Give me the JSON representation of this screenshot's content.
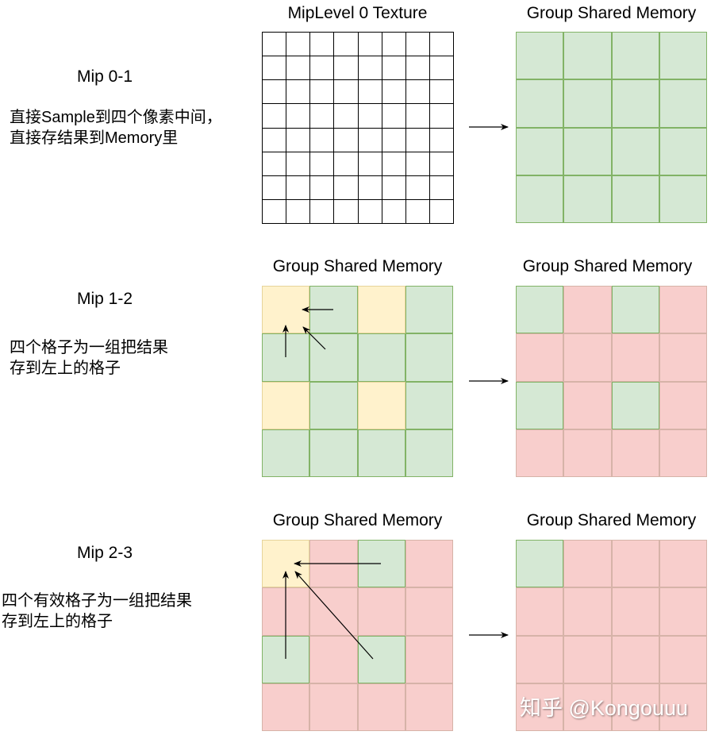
{
  "rows": [
    {
      "mip_label": "Mip 0-1",
      "description": "直接Sample到四个像素中间，\n直接存结果到Memory里",
      "left_title": "MipLevel 0 Texture",
      "right_title": "Group Shared Memory"
    },
    {
      "mip_label": "Mip 1-2",
      "description": "四个格子为一组把结果\n存到左上的格子",
      "left_title": "Group Shared Memory",
      "right_title": "Group Shared Memory"
    },
    {
      "mip_label": "Mip 2-3",
      "description": "四个有效格子为一组把结果\n存到左上的格子",
      "left_title": "Group Shared Memory",
      "right_title": "Group Shared Memory"
    }
  ],
  "grids": {
    "row0_left": {
      "size": 8,
      "cells": "all-white"
    },
    "row0_right": [
      "g",
      "g",
      "g",
      "g",
      "g",
      "g",
      "g",
      "g",
      "g",
      "g",
      "g",
      "g",
      "g",
      "g",
      "g",
      "g"
    ],
    "row1_left": [
      "y",
      "g",
      "y",
      "g",
      "g",
      "g",
      "g",
      "g",
      "y",
      "g",
      "y",
      "g",
      "g",
      "g",
      "g",
      "g"
    ],
    "row1_right": [
      "g",
      "r",
      "g",
      "r",
      "r",
      "r",
      "r",
      "r",
      "g",
      "r",
      "g",
      "r",
      "r",
      "r",
      "r",
      "r"
    ],
    "row2_left": [
      "y",
      "r",
      "g",
      "r",
      "r",
      "r",
      "r",
      "r",
      "g",
      "r",
      "g",
      "r",
      "r",
      "r",
      "r",
      "r"
    ],
    "row2_right": [
      "g",
      "r",
      "r",
      "r",
      "r",
      "r",
      "r",
      "r",
      "r",
      "r",
      "r",
      "r",
      "r",
      "r",
      "r",
      "r"
    ]
  },
  "colors": {
    "green_fill": "#d5e8d4",
    "green_stroke": "#82b366",
    "yellow_fill": "#fff2cc",
    "red_fill": "#f8cecc",
    "grid_black": "#000000"
  },
  "watermark": "知乎 @Kongouuu"
}
